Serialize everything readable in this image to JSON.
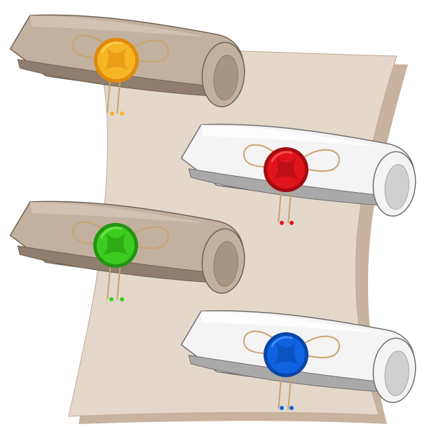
{
  "illustration": {
    "subject": "scrolls-with-wax-seals",
    "background_color": "#ffffff",
    "sheet": {
      "fill": "#e4d8cb",
      "back_fill": "#c9b39e",
      "stroke": "#c0aa95"
    },
    "string_color": "#c8a36f",
    "scrolls": [
      {
        "id": "scroll-1",
        "paper": "tan",
        "seal_color": "yellow",
        "seal_fill": "#f7b523",
        "seal_dark": "#e08a0c",
        "seal_light": "#ffd35a"
      },
      {
        "id": "scroll-2",
        "paper": "white",
        "seal_color": "red",
        "seal_fill": "#e0141b",
        "seal_dark": "#a30b10",
        "seal_light": "#ff5a5a"
      },
      {
        "id": "scroll-3",
        "paper": "tan",
        "seal_color": "green",
        "seal_fill": "#3ccb1f",
        "seal_dark": "#229310",
        "seal_light": "#7fe85c"
      },
      {
        "id": "scroll-4",
        "paper": "white",
        "seal_color": "blue",
        "seal_fill": "#0f63e0",
        "seal_dark": "#0a45a8",
        "seal_light": "#4a93ff"
      }
    ],
    "papers": {
      "tan": {
        "body": "#c2b19f",
        "light": "#d6c7b6",
        "dark": "#8f7e6d",
        "inner": "#a89582",
        "outline": "#6e6255"
      },
      "white": {
        "body": "#f4f4f4",
        "light": "#ffffff",
        "dark": "#a9a9a9",
        "inner": "#d0d0d0",
        "outline": "#6f6f6f"
      }
    }
  }
}
